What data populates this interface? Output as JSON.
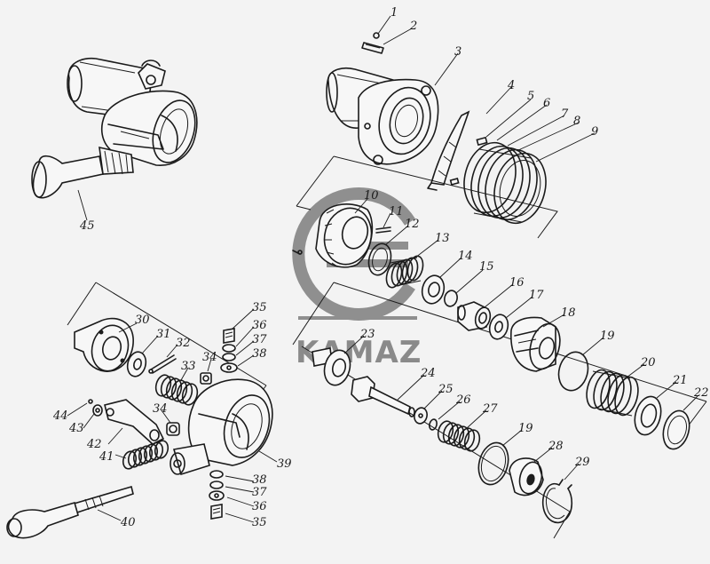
{
  "watermark": {
    "brand_text": "KAMAZ"
  },
  "callouts": {
    "n1": "1",
    "n2": "2",
    "n3": "3",
    "n4": "4",
    "n5": "5",
    "n6": "6",
    "n7": "7",
    "n8": "8",
    "n9": "9",
    "n10": "10",
    "n11": "11",
    "n12": "12",
    "n13": "13",
    "n14": "14",
    "n15": "15",
    "n16": "16",
    "n17": "17",
    "n18": "18",
    "n19a": "19",
    "n19b": "19",
    "n20": "20",
    "n21": "21",
    "n22": "22",
    "n23": "23",
    "n24": "24",
    "n25": "25",
    "n26": "26",
    "n27": "27",
    "n28": "28",
    "n29": "29",
    "n30": "30",
    "n31": "31",
    "n32": "32",
    "n33": "33",
    "n34a": "34",
    "n34b": "34",
    "n35a": "35",
    "n35b": "35",
    "n36a": "36",
    "n36b": "36",
    "n37a": "37",
    "n37b": "37",
    "n38a": "38",
    "n38b": "38",
    "n39": "39",
    "n40": "40",
    "n41": "41",
    "n42": "42",
    "n43": "43",
    "n44": "44",
    "n45": "45"
  }
}
